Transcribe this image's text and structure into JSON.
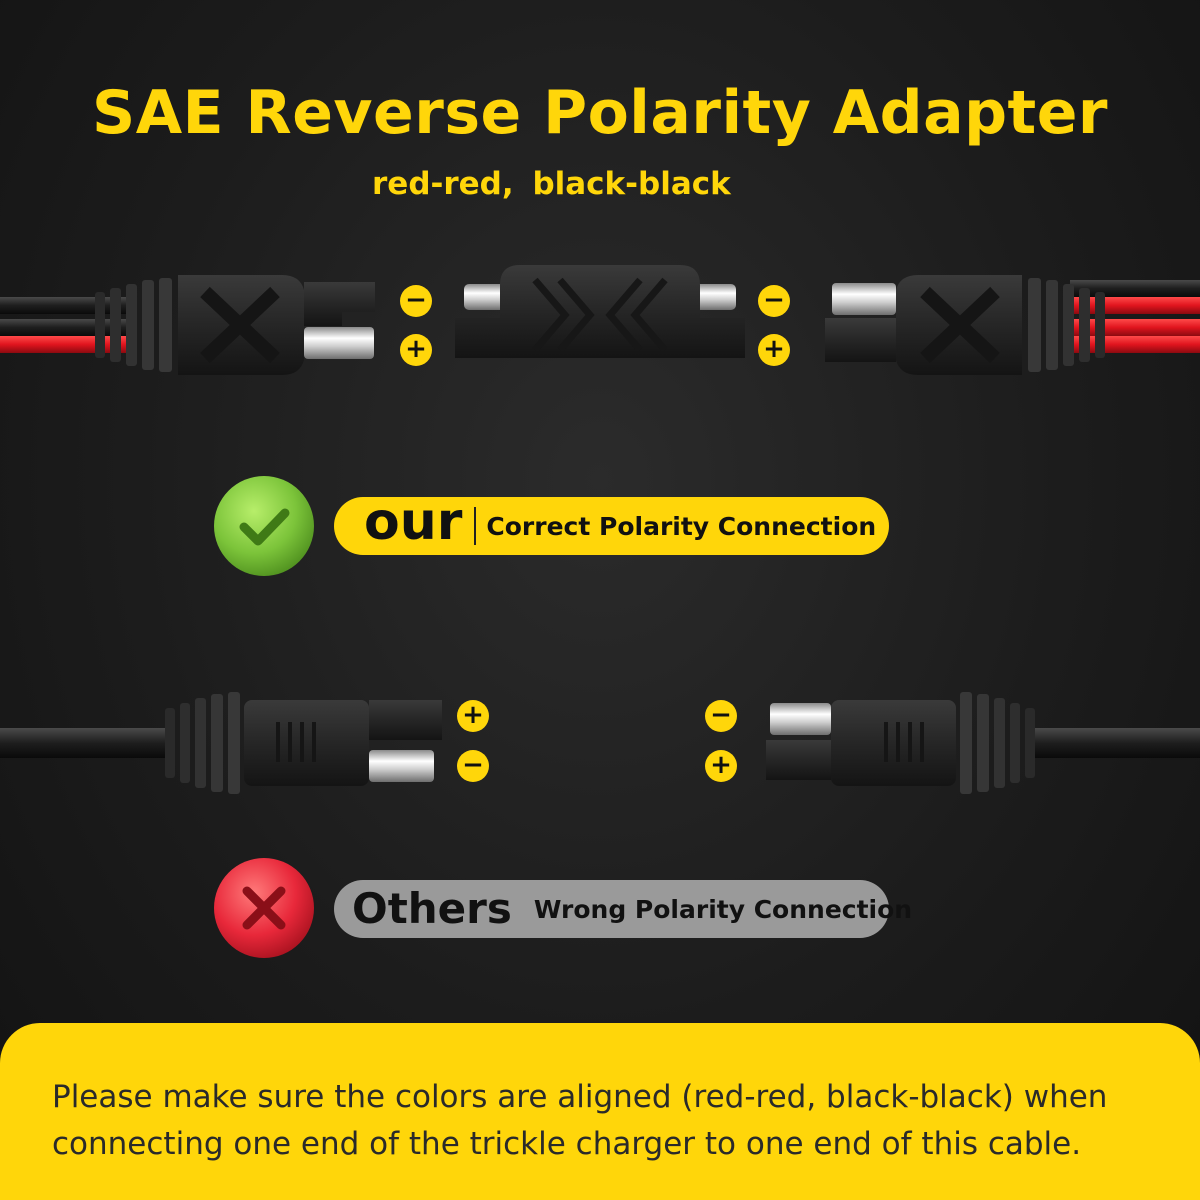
{
  "header": {
    "title": "SAE Reverse Polarity Adapter",
    "subtitle": "red-red,  black-black"
  },
  "top_connector": {
    "left_signs": [
      "−",
      "+"
    ],
    "right_signs": [
      "−",
      "+"
    ]
  },
  "correct": {
    "icon": "check-icon",
    "color": "#7cc43a",
    "label_big": "our",
    "label_small": "Correct Polarity Connection"
  },
  "wrong_connector": {
    "left_signs": [
      "+",
      "−"
    ],
    "right_signs": [
      "−",
      "+"
    ]
  },
  "wrong": {
    "icon": "close-icon",
    "color": "#e8283a",
    "label_big": "Others",
    "label_small": "Wrong Polarity Connection"
  },
  "note": {
    "line1": "Please make sure the colors are aligned (red-red, black-black) when",
    "line2": "connecting one end of the trickle charger to one end of this cable."
  },
  "colors": {
    "accent": "#ffd60a",
    "wire_red": "#e0141e",
    "wire_black": "#1a1a1a"
  }
}
